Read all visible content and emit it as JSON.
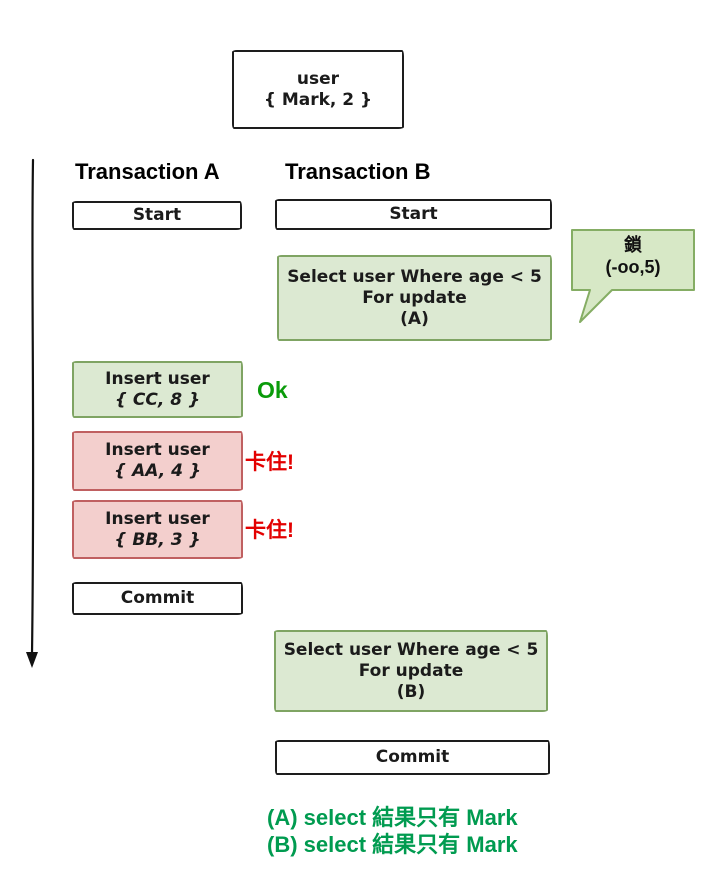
{
  "table_box": {
    "title": "user",
    "row": "{ Mark, 2 }"
  },
  "columns": {
    "a_label": "Transaction A",
    "b_label": "Transaction B"
  },
  "tx_a": {
    "start_label": "Start",
    "insert_cc": {
      "line1": "Insert user",
      "line2": "{ CC, 8 }"
    },
    "insert_cc_status": "Ok",
    "insert_aa": {
      "line1": "Insert user",
      "line2": "{ AA, 4 }"
    },
    "insert_aa_status": "卡住!",
    "insert_bb": {
      "line1": "Insert user",
      "line2": "{ BB, 3 }"
    },
    "insert_bb_status": "卡住!",
    "commit_label": "Commit"
  },
  "tx_b": {
    "start_label": "Start",
    "select_a": {
      "line1": "Select user Where age < 5",
      "line2": "For update",
      "line3": "(A)"
    },
    "select_b": {
      "line1": "Select user Where age < 5",
      "line2": "For update",
      "line3": "(B)"
    },
    "commit_label": "Commit"
  },
  "lock_bubble": {
    "line1": "鎖",
    "line2": "(-oo,5)"
  },
  "results": {
    "line_a": "(A) select 結果只有 Mark",
    "line_b": "(B) select 結果只有 Mark"
  },
  "colors": {
    "green_fill": "#dce9d2",
    "green_border": "#7fa463",
    "red_fill": "#f3cfcd",
    "red_border": "#c06061",
    "bubble_fill": "#d7e8c6",
    "bubble_border": "#85ad64",
    "ok_green": "#0a9b0a",
    "stuck_red": "#e30000",
    "result_green": "#009b50"
  }
}
